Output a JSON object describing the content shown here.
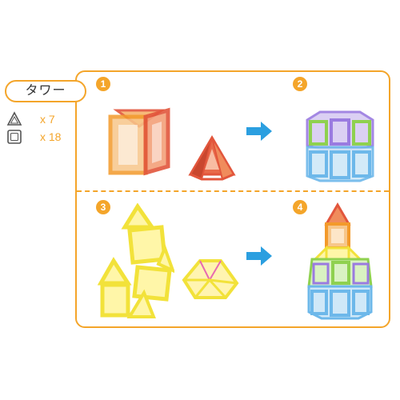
{
  "title": "タワー",
  "legend": [
    {
      "shape": "triangle-icon",
      "quantity": "x 7"
    },
    {
      "shape": "square-icon",
      "quantity": "x 18"
    }
  ],
  "steps": [
    "1",
    "2",
    "3",
    "4"
  ],
  "colors": {
    "accent": "#f4a52a",
    "arrow": "#2b9fe0",
    "red": "#e2563c",
    "orange": "#f39a2b",
    "yellow": "#f2e23a",
    "green": "#8fd14f",
    "blue": "#6db8ea",
    "purple": "#9a7be0"
  }
}
